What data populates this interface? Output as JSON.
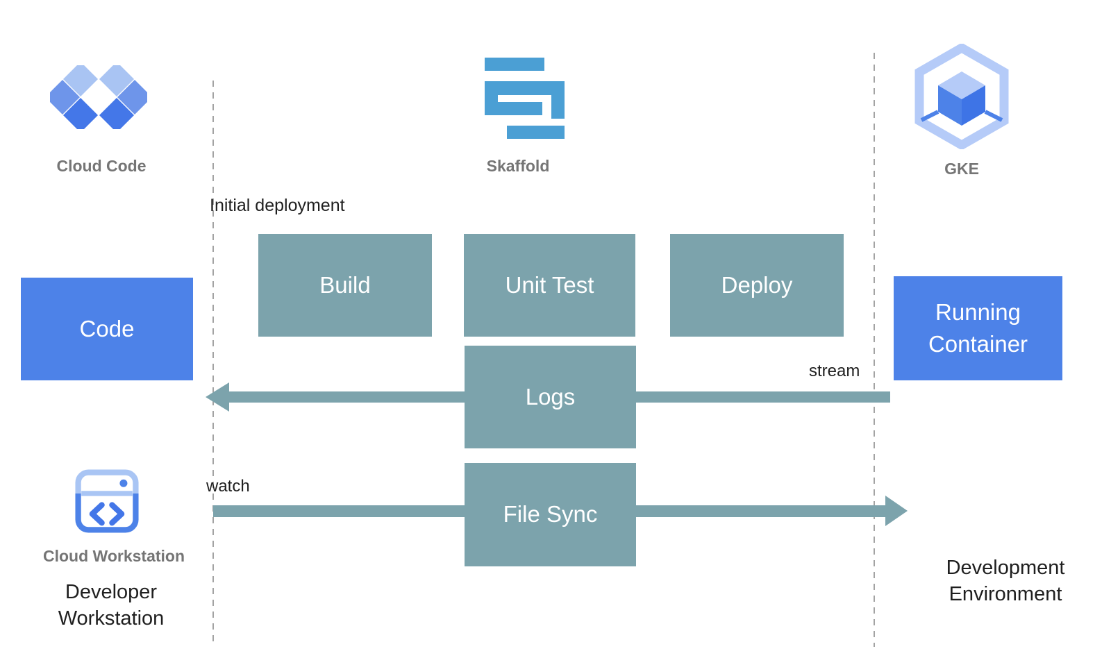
{
  "headers": {
    "cloud_code": {
      "icon": "cloud-code-icon",
      "label": "Cloud Code"
    },
    "skaffold": {
      "icon": "skaffold-icon",
      "label": "Skaffold"
    },
    "gke": {
      "icon": "gke-icon",
      "label": "GKE"
    }
  },
  "nodes": {
    "code": "Code",
    "build": "Build",
    "unit_test": "Unit Test",
    "deploy": "Deploy",
    "logs": "Logs",
    "file_sync": "File Sync",
    "running_container": "Running Container"
  },
  "annotations": {
    "initial_deployment": "Initial deployment",
    "stream": "stream",
    "watch": "watch"
  },
  "footer": {
    "workstation_icon_label": "Cloud Workstation",
    "left_caption": "Developer Workstation",
    "right_caption": "Development Environment"
  },
  "colors": {
    "node_blue": "#4d82e8",
    "process_teal": "#7ca3ac",
    "skaffold_blue": "#4b9fd4",
    "icon_light_blue": "#a9c4f3",
    "icon_mid_blue": "#6e95ea",
    "icon_dark_blue": "#4477e8",
    "label_gray": "#757575",
    "text_black": "#1f1f1f",
    "dash_gray": "#a3a3a3"
  }
}
